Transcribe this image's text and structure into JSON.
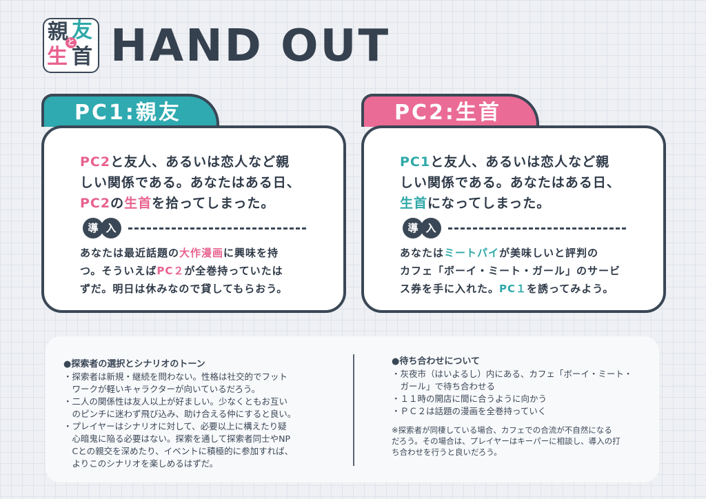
{
  "logo": {
    "c1": "親",
    "c2": "友",
    "c3": "生",
    "c4": "首",
    "to": "と"
  },
  "header": {
    "title": "HAND OUT"
  },
  "pc1": {
    "tab": "PC1:親友",
    "lead_1_hl": "PC2",
    "lead_1_rest": "と友人、あるいは恋人など親",
    "lead_2": "しい関係である。あなたはある日、",
    "lead_3_hl1": "PC2",
    "lead_3_a": "の",
    "lead_3_hl2": "生首",
    "lead_3_b": "を拾ってしまった。",
    "intro_1": "導",
    "intro_2": "入",
    "body_1a": "あなたは最近話題の",
    "body_1hl": "大作漫画",
    "body_1b": "に興味を持",
    "body_2a": "つ。そういえば",
    "body_2hl": "PC２",
    "body_2b": "が全巻持っていたは",
    "body_3": "ずだ。明日は休みなので貸してもらおう。"
  },
  "pc2": {
    "tab": "PC2:生首",
    "lead_1_hl": "PC1",
    "lead_1_rest": "と友人、あるいは恋人など親",
    "lead_2": "しい関係である。あなたはある日、",
    "lead_3_hl": "生首",
    "lead_3_rest": "になってしまった。",
    "intro_1": "導",
    "intro_2": "入",
    "body_1a": "あなたは",
    "body_1hl": "ミートパイ",
    "body_1b": "が美味しいと評判の",
    "body_2": "カフェ「ボーイ・ミート・ガール」のサービ",
    "body_3a": "ス券を手に入れた。",
    "body_3hl": "PC１",
    "body_3b": "を誘ってみよう。"
  },
  "left": {
    "heading": "●探索者の選択とシナリオのトーン",
    "lines": [
      "・探索者は新規・継続を問わない。性格は社交的でフット",
      "　ワークが軽いキャラクターが向いているだろう。",
      "・二人の関係性は友人以上が好ましい。少なくともお互い",
      "　のピンチに迷わず飛び込み、助け合える仲にすると良い。",
      "・プレイヤーはシナリオに対して、必要以上に構えたり疑",
      "　心暗鬼に陥る必要はない。探索を通して探索者同士やNP",
      "　Cとの親交を深めたり、イベントに積極的に参加すれば、",
      "　よりこのシナリオを楽しめるはずだ。"
    ]
  },
  "right": {
    "heading": "●待ち合わせについて",
    "lines": [
      "・灰夜市（はいよるし）内にある、カフェ「ボーイ・ミート・",
      "　ガール」で待ち合わせる",
      "・１１時の開店に間に合うように向かう",
      "・ＰＣ２は話題の漫画を全巻持っていく"
    ],
    "note_1": "※探索者が同棲している場合、カフェでの合流が不自然になる",
    "note_2": "だろう。その場合は、プレイヤーはキーパーに相談し、導入の打",
    "note_3": "ち合わせを行うと良いだろう。"
  },
  "colors": {
    "teal": "#2faab0",
    "pink": "#ea6b95",
    "navy": "#3a4756"
  }
}
